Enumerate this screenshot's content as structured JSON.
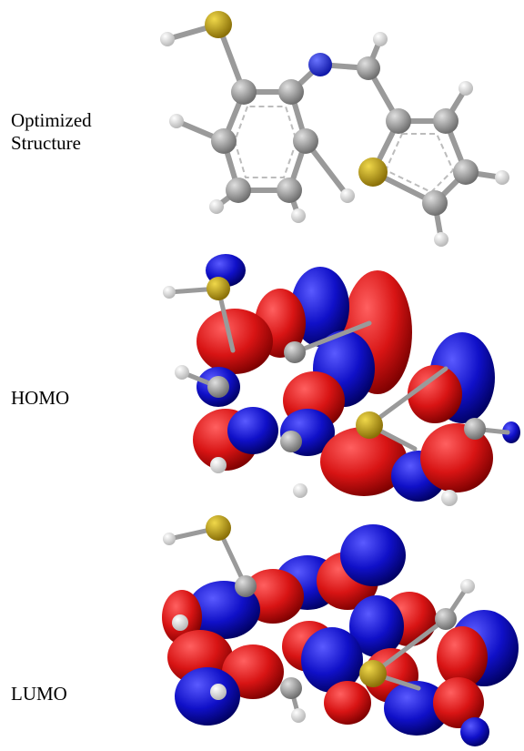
{
  "labels": {
    "optimized_line1": "Optimized",
    "optimized_line2": "Structure",
    "homo": "HOMO",
    "lumo": "LUMO"
  },
  "colors": {
    "carbon": "#8c8c8c",
    "hydrogen": "#e6e6e6",
    "nitrogen": "#1f2bd6",
    "sulfur": "#b59a0e",
    "orbital_positive": "#d81414",
    "orbital_negative": "#1010c8",
    "background": "#ffffff"
  }
}
